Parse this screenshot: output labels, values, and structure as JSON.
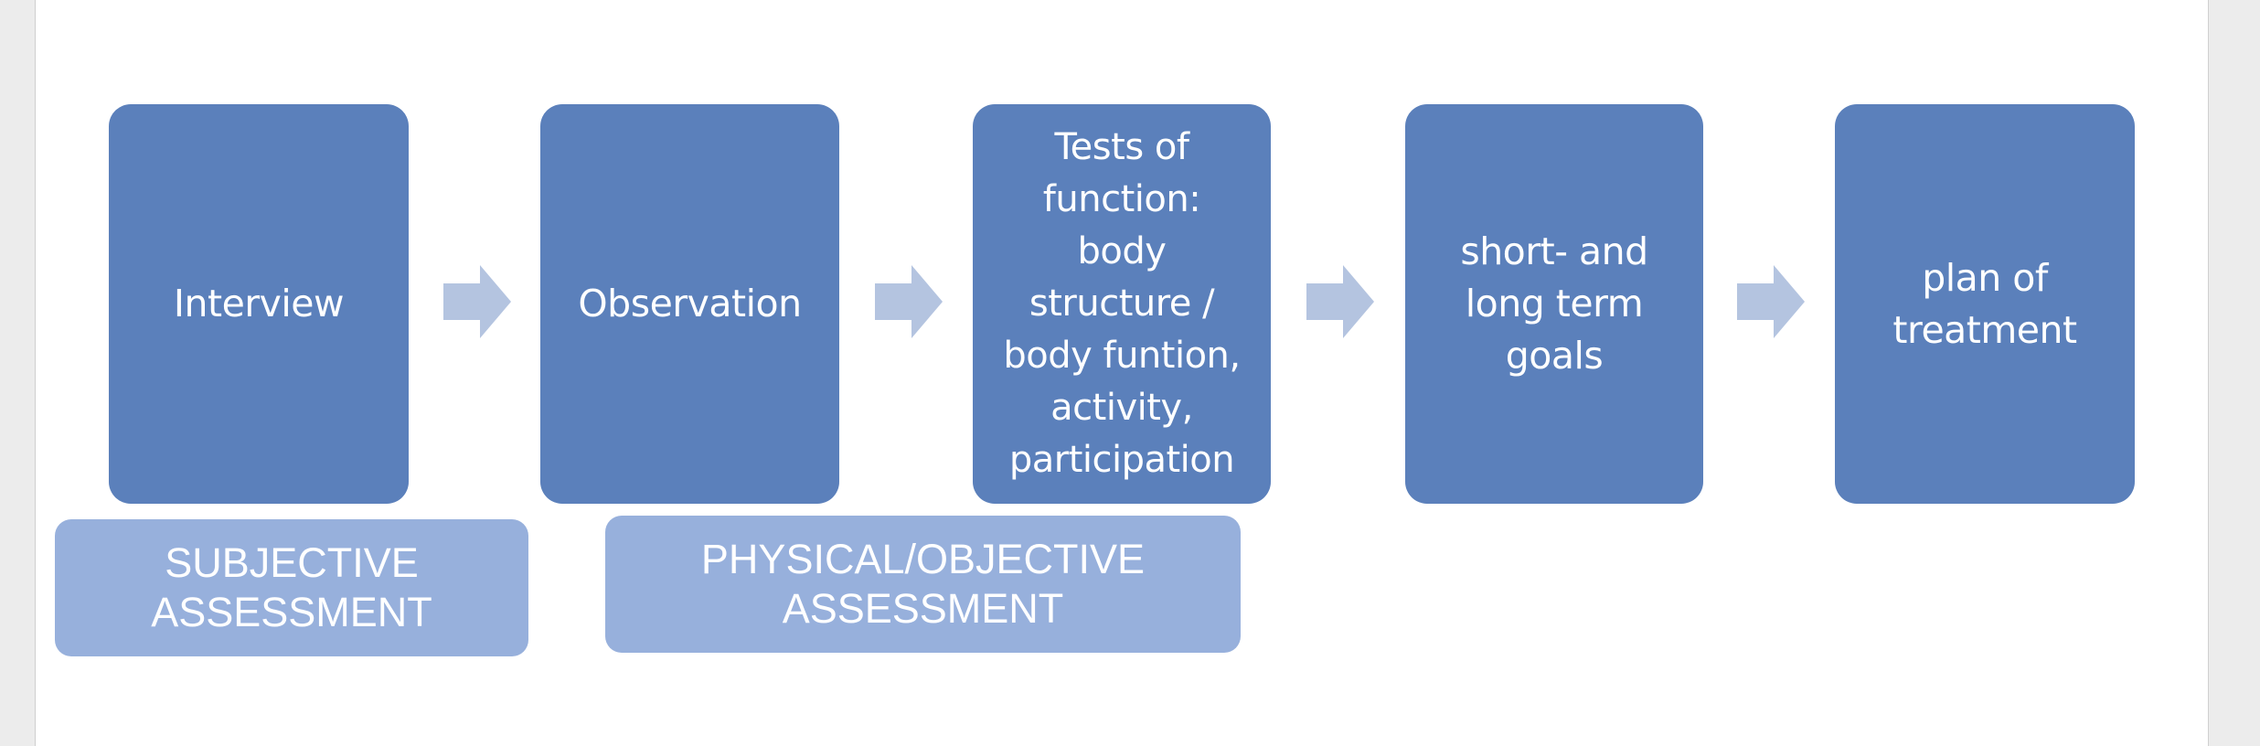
{
  "diagram": {
    "steps": [
      {
        "label": "Interview"
      },
      {
        "label": "Observation"
      },
      {
        "label": "Tests of\nfunction:\nbody\nstructure /\nbody funtion,\nactivity,\nparticipation"
      },
      {
        "label": "short- and\nlong term\ngoals"
      },
      {
        "label": "plan of\ntreatment"
      }
    ],
    "groups": [
      {
        "label": "SUBJECTIVE\nASSESSMENT"
      },
      {
        "label": "PHYSICAL/OBJECTIVE\nASSESSMENT"
      }
    ],
    "colors": {
      "step_fill": "#5b80bb",
      "arrow_fill": "#b4c4e0",
      "group_fill": "#97b0dc",
      "text": "#ffffff"
    }
  }
}
